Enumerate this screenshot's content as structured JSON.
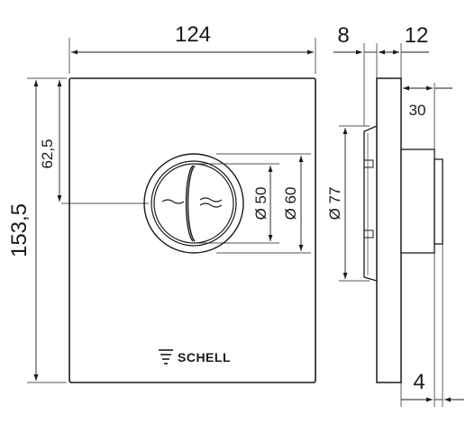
{
  "dimensions": {
    "plate_width": "124",
    "plate_height": "153,5",
    "button_center_offset": "62,5",
    "button_diameter_inner": "Ø 50",
    "button_diameter_outer": "Ø 60",
    "side_body_diameter": "Ø 77",
    "side_plate_depth": "8",
    "side_box_depth": "12",
    "side_flange_depth": "30",
    "side_offset": "4"
  },
  "brand": {
    "name": "SCHELL",
    "logo_icon": "schell-wave-logo-icon"
  },
  "colors": {
    "line": "#1a1a1a",
    "plate_fill": "#ffffff"
  }
}
